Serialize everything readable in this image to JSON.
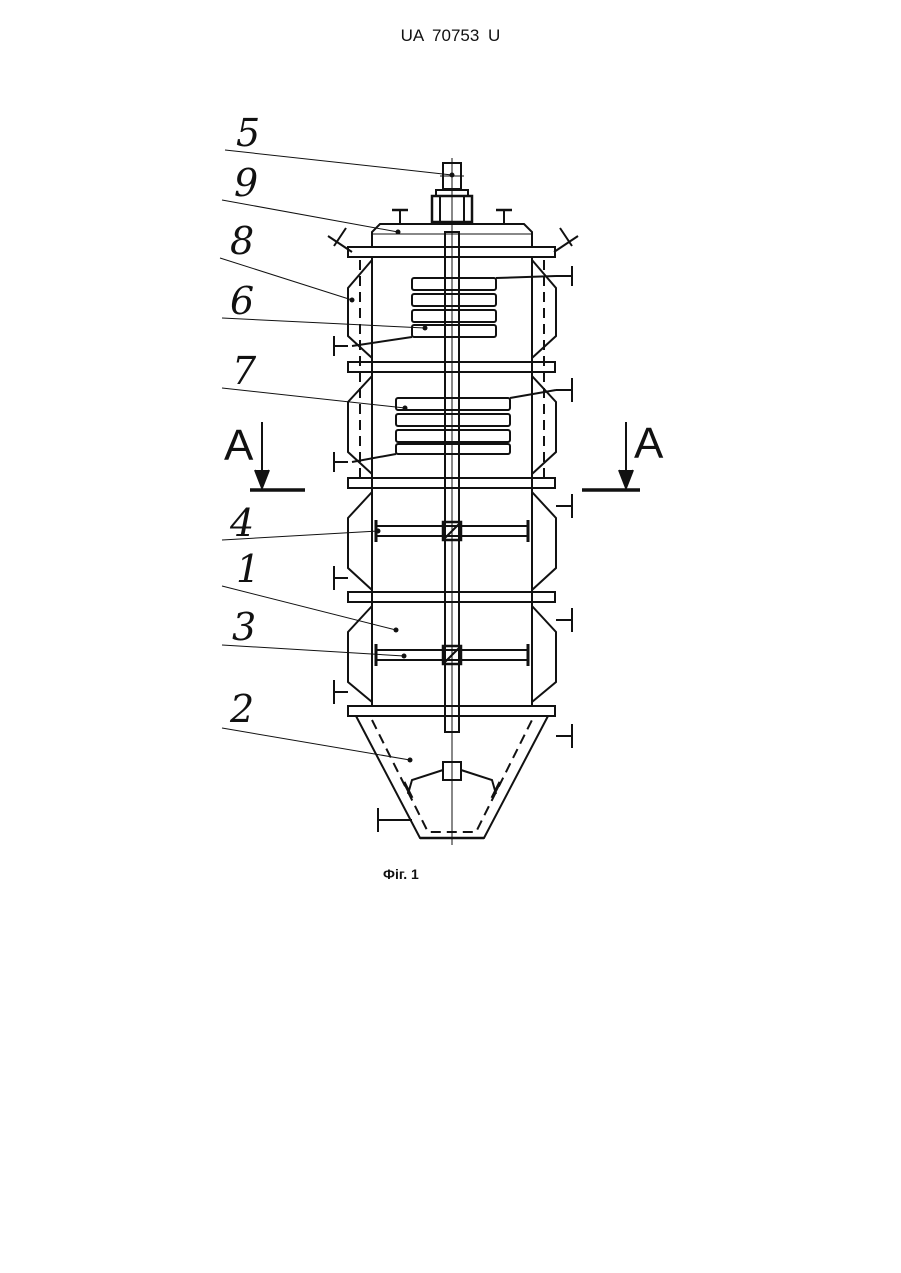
{
  "header": {
    "document_number": "UA   70753   U"
  },
  "figure": {
    "caption": "Фіг. 1",
    "labels": [
      "5",
      "9",
      "8",
      "6",
      "7",
      "4",
      "1",
      "3",
      "2"
    ],
    "section_mark_left": "A",
    "section_mark_right": "A"
  }
}
